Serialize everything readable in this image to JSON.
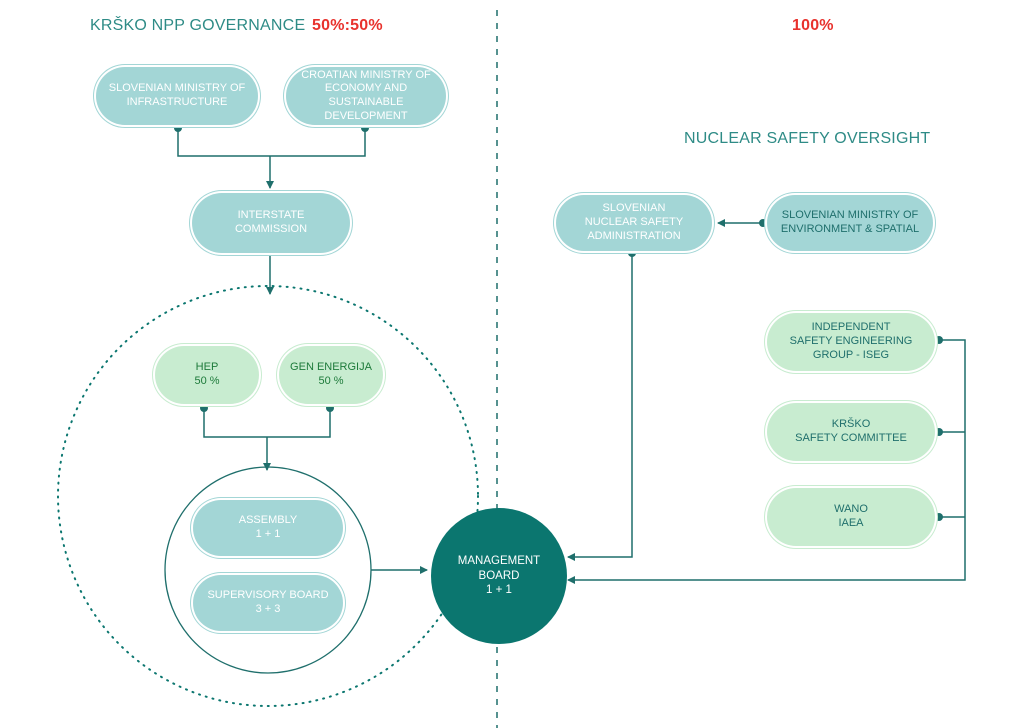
{
  "governance": {
    "title": "KRŠKO NPP GOVERNANCE",
    "share": "50%:50%"
  },
  "oversight": {
    "share": "100%",
    "title": "NUCLEAR SAFETY OVERSIGHT"
  },
  "nodes": {
    "slovenian_ministry_infra": "SLOVENIAN MINISTRY OF\nINFRASTRUCTURE",
    "croatian_ministry": "CROATIAN MINISTRY OF\nECONOMY AND\nSUSTAINABLE\nDEVELOPMENT",
    "interstate_commission": "INTERSTATE\nCOMMISSION",
    "hep": "HEP\n50 %",
    "gen_energija": "GEN ENERGIJA\n50 %",
    "assembly": "ASSEMBLY\n1 + 1",
    "supervisory_board": "SUPERVISORY BOARD\n3 + 3",
    "management_board": "MANAGEMENT\nBOARD\n1 + 1",
    "snsa": "SLOVENIAN\nNUCLEAR SAFETY\nADMINISTRATION",
    "slovenian_ministry_env": "SLOVENIAN MINISTRY OF\nENVIRONMENT & SPATIAL",
    "iseg": "INDEPENDENT\nSAFETY ENGINEERING\nGROUP - ISEG",
    "krsko_safety": "KRŠKO\nSAFETY COMMITTEE",
    "wano_iaea": "WANO\nIAEA"
  },
  "colors": {
    "teal": "#2e8b86",
    "red": "#e8322d",
    "pill_blue": "#a3d6d6",
    "pill_green": "#c8ecd0",
    "management": "#0b766f",
    "line": "#1f6f6c"
  }
}
